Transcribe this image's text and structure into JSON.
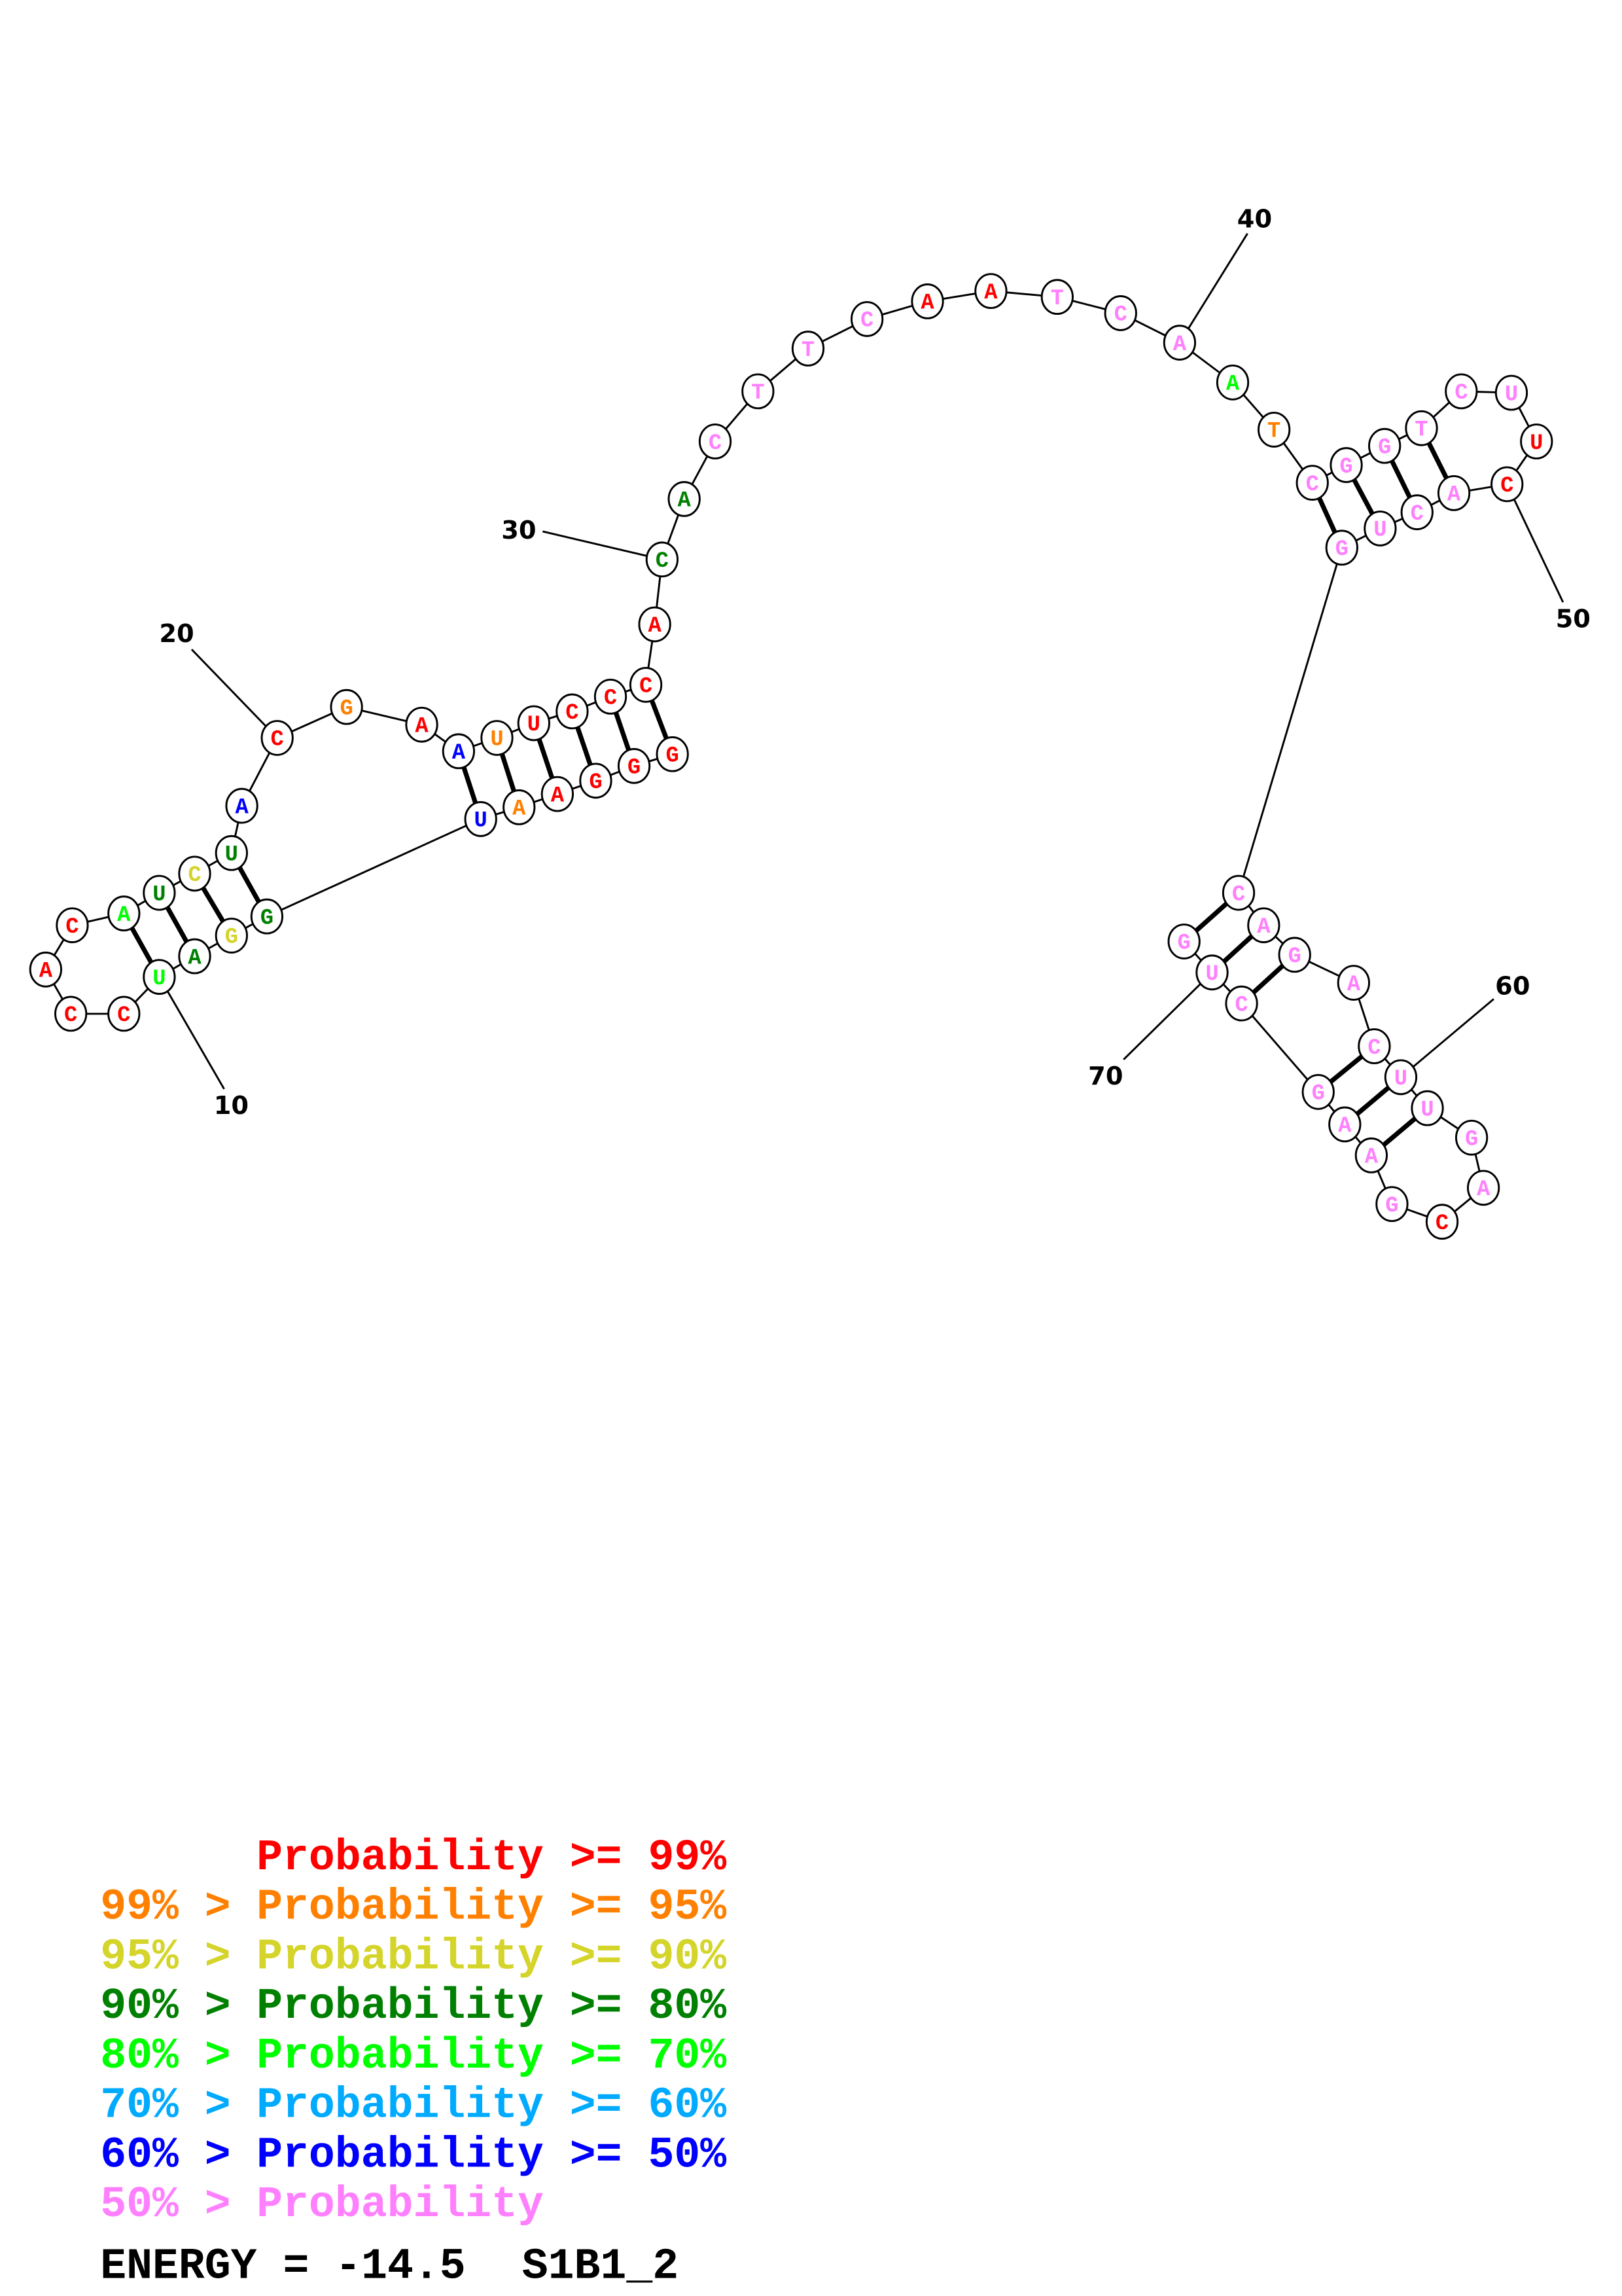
{
  "colors": {
    "p99": "#ff0000",
    "p95": "#ff8000",
    "p90": "#d4d42a",
    "p80": "#008000",
    "p70": "#00ff00",
    "p60": "#00aaff",
    "p50": "#0000ff",
    "plow": "#ff80ff",
    "line": "#000000"
  },
  "structure": {
    "nucleotides": [
      {
        "n": 1,
        "base": "G",
        "prob": "p99"
      },
      {
        "n": 2,
        "base": "G",
        "prob": "p99"
      },
      {
        "n": 3,
        "base": "G",
        "prob": "p99"
      },
      {
        "n": 4,
        "base": "A",
        "prob": "p99"
      },
      {
        "n": 5,
        "base": "A",
        "prob": "p95"
      },
      {
        "n": 6,
        "base": "U",
        "prob": "p50"
      },
      {
        "n": 7,
        "base": "G",
        "prob": "p80"
      },
      {
        "n": 8,
        "base": "G",
        "prob": "p90"
      },
      {
        "n": 9,
        "base": "A",
        "prob": "p80"
      },
      {
        "n": 10,
        "base": "U",
        "prob": "p70"
      },
      {
        "n": 11,
        "base": "C",
        "prob": "p99"
      },
      {
        "n": 12,
        "base": "C",
        "prob": "p99"
      },
      {
        "n": 13,
        "base": "A",
        "prob": "p99"
      },
      {
        "n": 14,
        "base": "C",
        "prob": "p99"
      },
      {
        "n": 15,
        "base": "A",
        "prob": "p70"
      },
      {
        "n": 16,
        "base": "U",
        "prob": "p80"
      },
      {
        "n": 17,
        "base": "C",
        "prob": "p90"
      },
      {
        "n": 18,
        "base": "U",
        "prob": "p80"
      },
      {
        "n": 19,
        "base": "A",
        "prob": "p50"
      },
      {
        "n": 20,
        "base": "C",
        "prob": "p99"
      },
      {
        "n": 21,
        "base": "G",
        "prob": "p95"
      },
      {
        "n": 22,
        "base": "A",
        "prob": "p99"
      },
      {
        "n": 23,
        "base": "A",
        "prob": "p50"
      },
      {
        "n": 24,
        "base": "U",
        "prob": "p95"
      },
      {
        "n": 25,
        "base": "U",
        "prob": "p99"
      },
      {
        "n": 26,
        "base": "C",
        "prob": "p99"
      },
      {
        "n": 27,
        "base": "C",
        "prob": "p99"
      },
      {
        "n": 28,
        "base": "C",
        "prob": "p99"
      },
      {
        "n": 29,
        "base": "A",
        "prob": "p99"
      },
      {
        "n": 30,
        "base": "C",
        "prob": "p80"
      },
      {
        "n": 31,
        "base": "A",
        "prob": "p80"
      },
      {
        "n": 32,
        "base": "C",
        "prob": "plow"
      },
      {
        "n": 33,
        "base": "T",
        "prob": "plow"
      },
      {
        "n": 34,
        "base": "T",
        "prob": "plow"
      },
      {
        "n": 35,
        "base": "C",
        "prob": "plow"
      },
      {
        "n": 36,
        "base": "A",
        "prob": "p99"
      },
      {
        "n": 37,
        "base": "A",
        "prob": "p99"
      },
      {
        "n": 38,
        "base": "T",
        "prob": "plow"
      },
      {
        "n": 39,
        "base": "C",
        "prob": "plow"
      },
      {
        "n": 40,
        "base": "A",
        "prob": "plow"
      },
      {
        "n": 41,
        "base": "A",
        "prob": "p70"
      },
      {
        "n": 42,
        "base": "T",
        "prob": "p95"
      },
      {
        "n": 43,
        "base": "C",
        "prob": "plow"
      },
      {
        "n": 44,
        "base": "G",
        "prob": "plow"
      },
      {
        "n": 45,
        "base": "G",
        "prob": "plow"
      },
      {
        "n": 46,
        "base": "T",
        "prob": "plow"
      },
      {
        "n": 47,
        "base": "C",
        "prob": "plow"
      },
      {
        "n": 48,
        "base": "U",
        "prob": "plow"
      },
      {
        "n": 49,
        "base": "U",
        "prob": "p99"
      },
      {
        "n": 50,
        "base": "C",
        "prob": "p99"
      },
      {
        "n": 51,
        "base": "A",
        "prob": "plow"
      },
      {
        "n": 52,
        "base": "C",
        "prob": "plow"
      },
      {
        "n": 53,
        "base": "U",
        "prob": "plow"
      },
      {
        "n": 54,
        "base": "G",
        "prob": "plow"
      },
      {
        "n": 55,
        "base": "C",
        "prob": "plow"
      },
      {
        "n": 56,
        "base": "A",
        "prob": "plow"
      },
      {
        "n": 57,
        "base": "G",
        "prob": "plow"
      },
      {
        "n": 58,
        "base": "A",
        "prob": "plow"
      },
      {
        "n": 59,
        "base": "C",
        "prob": "plow"
      },
      {
        "n": 60,
        "base": "U",
        "prob": "plow"
      },
      {
        "n": 61,
        "base": "U",
        "prob": "plow"
      },
      {
        "n": 62,
        "base": "G",
        "prob": "plow"
      },
      {
        "n": 63,
        "base": "A",
        "prob": "plow"
      },
      {
        "n": 64,
        "base": "C",
        "prob": "p99"
      },
      {
        "n": 65,
        "base": "G",
        "prob": "plow"
      },
      {
        "n": 66,
        "base": "A",
        "prob": "plow"
      },
      {
        "n": 67,
        "base": "A",
        "prob": "plow"
      },
      {
        "n": 68,
        "base": "G",
        "prob": "plow"
      },
      {
        "n": 69,
        "base": "C",
        "prob": "plow"
      },
      {
        "n": 70,
        "base": "U",
        "prob": "plow"
      },
      {
        "n": 71,
        "base": "G",
        "prob": "plow"
      }
    ],
    "pairs": [
      [
        1,
        28
      ],
      [
        2,
        27
      ],
      [
        3,
        26
      ],
      [
        4,
        25
      ],
      [
        5,
        24
      ],
      [
        6,
        23
      ],
      [
        7,
        18
      ],
      [
        8,
        17
      ],
      [
        9,
        16
      ],
      [
        10,
        15
      ],
      [
        43,
        54
      ],
      [
        44,
        53
      ],
      [
        45,
        52
      ],
      [
        46,
        51
      ],
      [
        55,
        71
      ],
      [
        56,
        70
      ],
      [
        57,
        69
      ],
      [
        59,
        68
      ],
      [
        60,
        67
      ],
      [
        61,
        66
      ]
    ],
    "number_labels": [
      {
        "n": 10,
        "text": "10"
      },
      {
        "n": 20,
        "text": "20"
      },
      {
        "n": 30,
        "text": "30"
      },
      {
        "n": 40,
        "text": "40"
      },
      {
        "n": 50,
        "text": "50"
      },
      {
        "n": 60,
        "text": "60"
      },
      {
        "n": 70,
        "text": "70"
      }
    ]
  },
  "legend": [
    {
      "prefix": "",
      "text": "Probability >= 99%",
      "prob": "p99"
    },
    {
      "prefix": "99% >",
      "text": "Probability >= 95%",
      "prob": "p95"
    },
    {
      "prefix": "95% >",
      "text": "Probability >= 90%",
      "prob": "p90"
    },
    {
      "prefix": "90% >",
      "text": "Probability >= 80%",
      "prob": "p80"
    },
    {
      "prefix": "80% >",
      "text": "Probability >= 70%",
      "prob": "p70"
    },
    {
      "prefix": "70% >",
      "text": "Probability >= 60%",
      "prob": "p60"
    },
    {
      "prefix": "60% >",
      "text": "Probability >= 50%",
      "prob": "p50"
    },
    {
      "prefix": "50% >",
      "text": "Probability",
      "prob": "plow"
    }
  ],
  "footer": {
    "energy": "ENERGY = -14.5",
    "name": "S1B1_2"
  }
}
